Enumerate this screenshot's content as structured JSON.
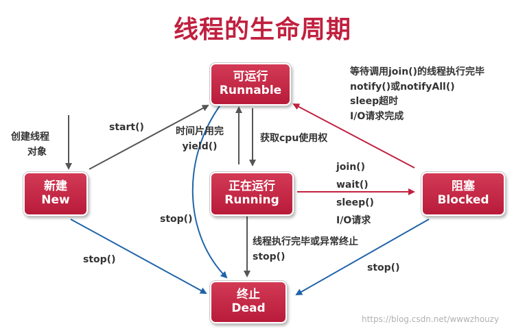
{
  "title": "线程的生命周期",
  "nodes": {
    "runnable": {
      "line1": "可运行",
      "line2": "Runnable"
    },
    "new": {
      "line1": "新建",
      "line2": "New"
    },
    "running": {
      "line1": "正在运行",
      "line2": "Running"
    },
    "blocked": {
      "line1": "阻塞",
      "line2": "Blocked"
    },
    "dead": {
      "line1": "终止",
      "line2": "Dead"
    }
  },
  "labels": {
    "create_object": [
      "创建线程",
      "对象"
    ],
    "start": "start()",
    "timeslice": [
      "时间片用完",
      "yield()"
    ],
    "get_cpu": "获取cpu使用权",
    "unblock": [
      "等待调用join()的线程执行完毕",
      "notify()或notifyAll()",
      "sleep超时",
      "I/O请求完成"
    ],
    "block": [
      "join()",
      "wait()",
      "sleep()",
      "I/O请求"
    ],
    "stop_runnable": "stop()",
    "stop_new": "stop()",
    "stop_blocked": "stop()",
    "finish": [
      "线程执行完毕或异常终止",
      "stop()"
    ]
  },
  "colors": {
    "node": "#c0203f",
    "arrow_gray": "#555555",
    "arrow_red": "#c0203f",
    "arrow_blue": "#1f63a8",
    "title": "#c0203f"
  },
  "watermark": "https://blog.csdn.net/wwwzhouzy"
}
